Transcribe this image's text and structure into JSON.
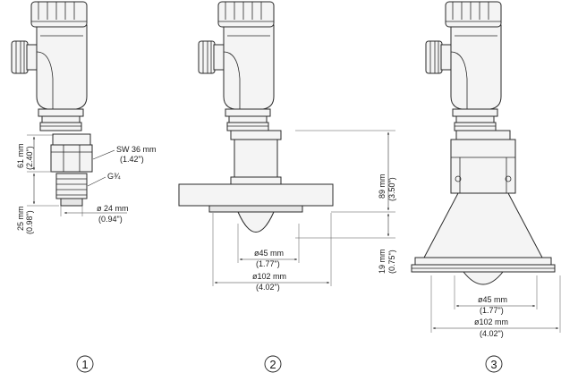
{
  "variants": [
    {
      "marker": "1",
      "dims": {
        "height_a": "61 mm",
        "height_a_in": "(2.40\")",
        "height_b": "25 mm",
        "height_b_in": "(0.98\")",
        "sw": "SW 36 mm",
        "sw_in": "(1.42\")",
        "thread": "G¾",
        "dia": "ø 24 mm",
        "dia_in": "(0.94\")"
      }
    },
    {
      "marker": "2",
      "dims": {
        "height_a": "89 mm",
        "height_a_in": "(3.50\")",
        "height_b": "19 mm",
        "height_b_in": "(0.75\")",
        "dia_small": "ø45 mm",
        "dia_small_in": "(1.77\")",
        "dia_large": "ø102 mm",
        "dia_large_in": "(4.02\")"
      }
    },
    {
      "marker": "3",
      "dims": {
        "dia_small": "ø45 mm",
        "dia_small_in": "(1.77\")",
        "dia_large": "ø102 mm",
        "dia_large_in": "(4.02\")"
      }
    }
  ]
}
